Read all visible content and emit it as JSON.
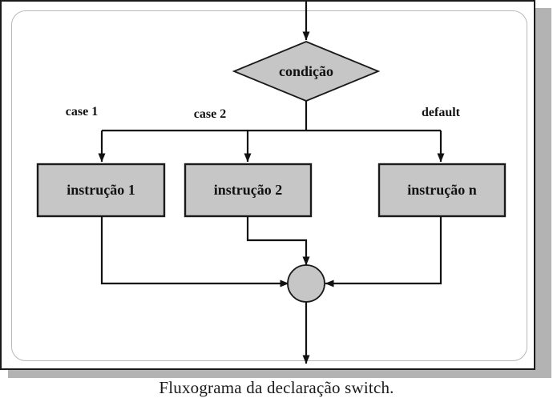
{
  "figure": {
    "caption": "Fluxograma da declaração switch.",
    "colors": {
      "shape_fill": "#c6c6c6",
      "shape_stroke": "#1a1a1a",
      "frame_stroke": "#1a1a1a",
      "inner_frame_stroke": "#b8b8b8",
      "shadow": "#b3b3b3",
      "background": "#ffffff",
      "text": "#111111"
    }
  },
  "chart_data": {
    "type": "diagram",
    "title": "Fluxograma da declaração switch.",
    "nodes": [
      {
        "id": "start",
        "type": "entry-arrow",
        "label": ""
      },
      {
        "id": "condicao",
        "type": "decision-diamond",
        "label": "condição"
      },
      {
        "id": "instrucao1",
        "type": "process-box",
        "label": "instrução 1"
      },
      {
        "id": "instrucao2",
        "type": "process-box",
        "label": "instrução 2"
      },
      {
        "id": "instrucaon",
        "type": "process-box",
        "label": "instrução n"
      },
      {
        "id": "merge",
        "type": "merge-circle",
        "label": ""
      },
      {
        "id": "end",
        "type": "exit-arrow",
        "label": ""
      }
    ],
    "edges": [
      {
        "from": "start",
        "to": "condicao",
        "label": ""
      },
      {
        "from": "condicao",
        "to": "instrucao1",
        "label": "case 1"
      },
      {
        "from": "condicao",
        "to": "instrucao2",
        "label": "case 2"
      },
      {
        "from": "condicao",
        "to": "instrucaon",
        "label": "default"
      },
      {
        "from": "instrucao1",
        "to": "merge",
        "label": ""
      },
      {
        "from": "instrucao2",
        "to": "merge",
        "label": ""
      },
      {
        "from": "instrucaon",
        "to": "merge",
        "label": ""
      },
      {
        "from": "merge",
        "to": "end",
        "label": ""
      }
    ]
  },
  "labels": {
    "condicao": "condição",
    "case1": "case 1",
    "case2": "case 2",
    "default": "default",
    "instrucao1": "instrução 1",
    "instrucao2": "instrução 2",
    "instrucaon": "instrução n"
  }
}
